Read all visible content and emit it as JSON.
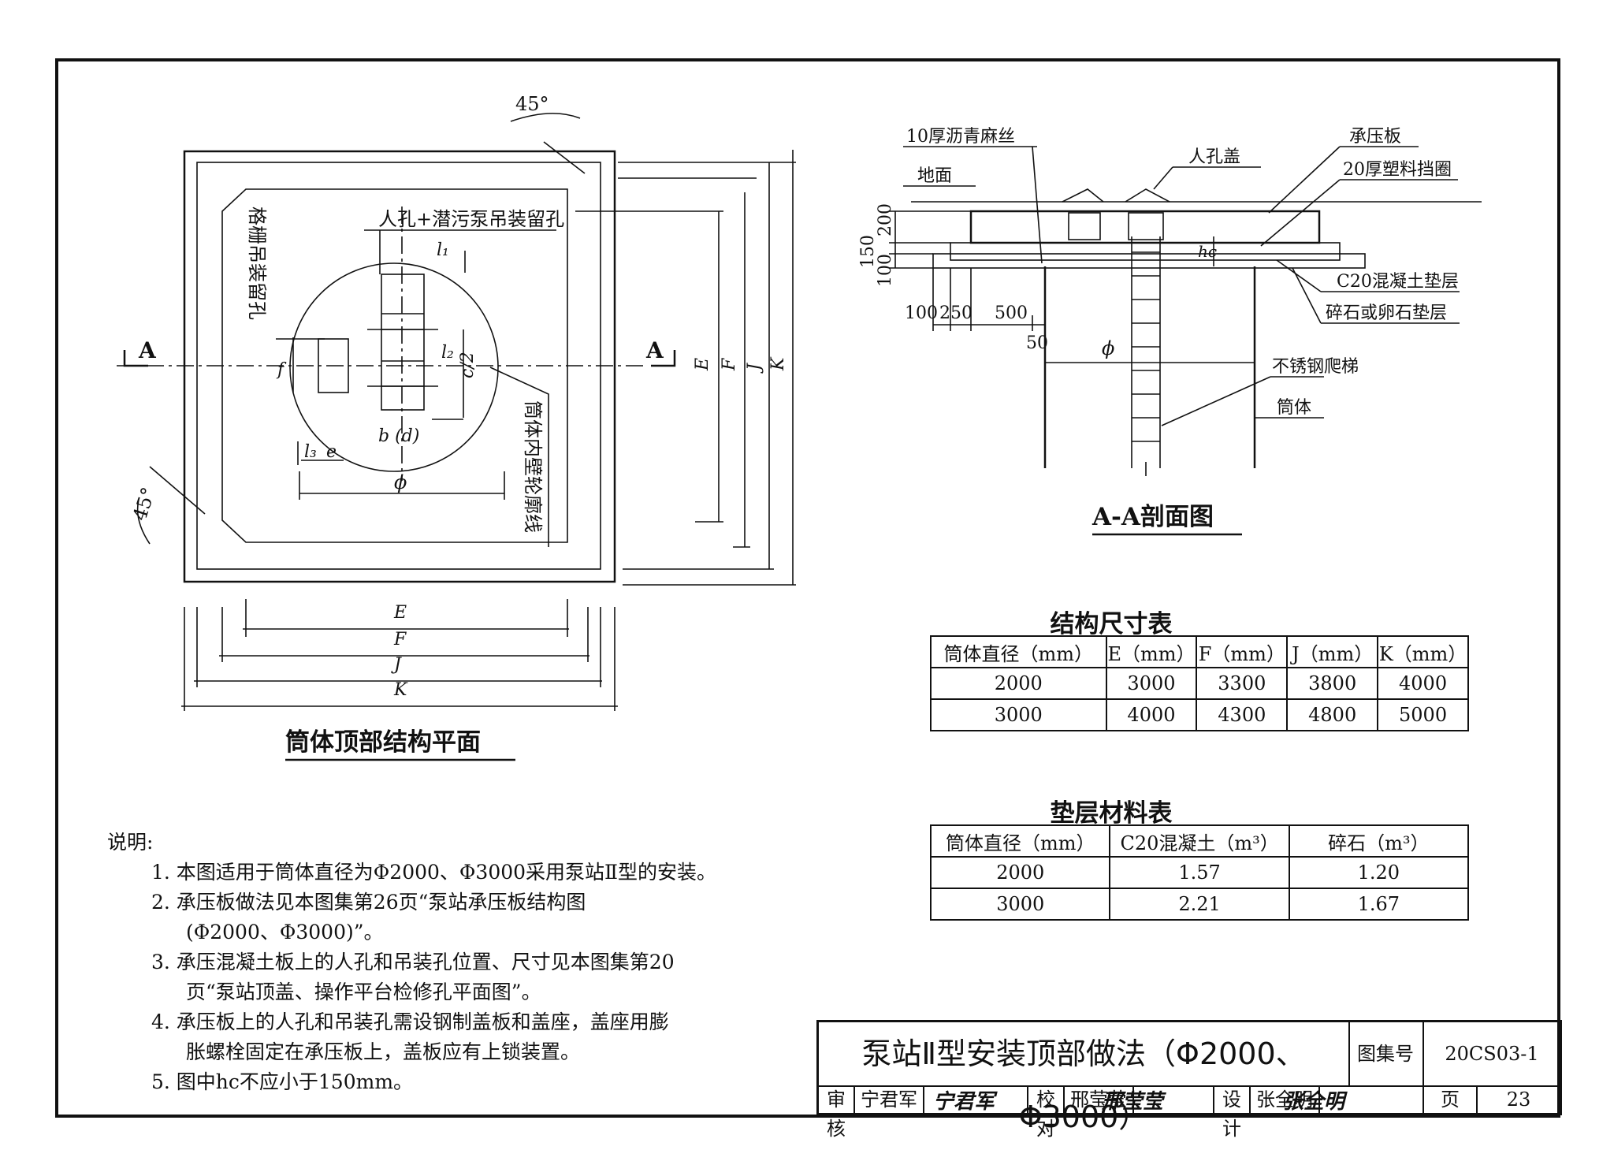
{
  "plan": {
    "section_mark_left": "A",
    "section_mark_right": "A",
    "angle_top": "45°",
    "angle_left": "45°",
    "label_manhole": "人孔+潜污泵吊装留孔",
    "label_grille": "格栅吊装留孔",
    "label_wall": "筒体内壁轮廓线",
    "dim_l1": "l₁",
    "dim_l2": "l₂",
    "dim_l3": "l₃",
    "dim_c2": "c/2",
    "dim_f": "f",
    "dim_e": "e",
    "dim_bd": "b (d)",
    "dim_phi": "ϕ",
    "dim_E": "E",
    "dim_F": "F",
    "dim_J": "J",
    "dim_K": "K",
    "title": "筒体顶部结构平面"
  },
  "section": {
    "label_asphalt": "10厚沥青麻丝",
    "label_ground": "地面",
    "label_manhole_cover": "人孔盖",
    "label_pressure_plate": "承压板",
    "label_plastic_ring": "20厚塑料挡圈",
    "label_c20": "C20混凝土垫层",
    "label_gravel": "碎石或卵石垫层",
    "label_ladder": "不锈钢爬梯",
    "label_shell": "筒体",
    "dim_200": "200",
    "dim_150": "150",
    "dim_100v": "100",
    "dim_100": "100",
    "dim_250": "250",
    "dim_500": "500",
    "dim_50": "50",
    "dim_hc": "hc",
    "dim_phi": "ϕ",
    "title": "A-A剖面图"
  },
  "structure_table": {
    "caption": "结构尺寸表",
    "headers": [
      "筒体直径（mm）",
      "E（mm）",
      "F（mm）",
      "J（mm）",
      "K（mm）"
    ],
    "rows": [
      [
        "2000",
        "3000",
        "3300",
        "3800",
        "4000"
      ],
      [
        "3000",
        "4000",
        "4300",
        "4800",
        "5000"
      ]
    ]
  },
  "material_table": {
    "caption": "垫层材料表",
    "headers": [
      "筒体直径（mm）",
      "C20混凝土（m³）",
      "碎石（m³）"
    ],
    "rows": [
      [
        "2000",
        "1.57",
        "1.20"
      ],
      [
        "3000",
        "2.21",
        "1.67"
      ]
    ]
  },
  "notes": {
    "head": "说明:",
    "n1": "1. 本图适用于筒体直径为Φ2000、Φ3000采用泵站Ⅱ型的安装。",
    "n2a": "2.  承压板做法见本图集第26页“泵站承压板结构图",
    "n2b": "(Φ2000、Φ3000)”。",
    "n3a": "3. 承压混凝土板上的人孔和吊装孔位置、尺寸见本图集第20",
    "n3b": "页“泵站顶盖、操作平台检修孔平面图”。",
    "n4a": "4. 承压板上的人孔和吊装孔需设钢制盖板和盖座，盖座用膨",
    "n4b": "胀螺栓固定在承压板上，盖板应有上锁装置。",
    "n5": "5. 图中hc不应小于150mm。"
  },
  "title_block": {
    "title": "泵站Ⅱ型安装顶部做法（Φ2000、Φ3000）",
    "atlas_label": "图集号",
    "atlas_no": "20CS03-1",
    "review_label": "审核",
    "reviewer": "宁君军",
    "reviewer_sig": "宁君军",
    "check_label": "校对",
    "checker": "邢莹莹",
    "checker_sig": "邢莹莹",
    "design_label": "设计",
    "designer": "张全明",
    "designer_sig": "张全明",
    "page_label": "页",
    "page_no": "23"
  }
}
